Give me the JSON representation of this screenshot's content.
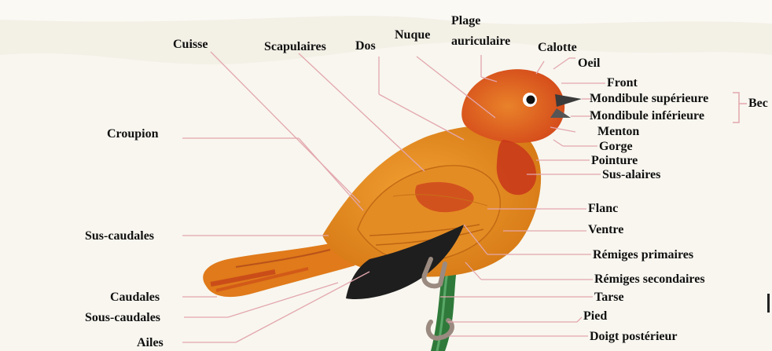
{
  "diagram": {
    "labels": {
      "cuisse": "Cuisse",
      "scapulaires": "Scapulaires",
      "dos": "Dos",
      "nuque": "Nuque",
      "plage_line1": "Plage",
      "plage_line2": "auriculaire",
      "calotte": "Calotte",
      "oeil": "Oeil",
      "front": "Front",
      "mandibule_sup": "Mondibule supérieure",
      "mandibule_inf": "Mondibule inférieure",
      "bec": "Bec",
      "menton": "Menton",
      "gorge": "Gorge",
      "pointure": "Pointure",
      "sus_alaires": "Sus-alaires",
      "croupion": "Croupion",
      "flanc": "Flanc",
      "ventre": "Ventre",
      "sus_caudales": "Sus-caudales",
      "remiges_primaires": "Rémiges primaires",
      "remiges_secondaires": "Rémiges secondaires",
      "caudales": "Caudales",
      "tarse": "Tarse",
      "sous_caudales": "Sous-caudales",
      "pied": "Pied",
      "ailes": "Ailes",
      "doigt_posterieur": "Doigt postérieur"
    },
    "colors": {
      "body": "#e08a1c",
      "head": "#d8521a",
      "cheek": "#c8361a",
      "wing_dark": "#1e1e1e",
      "perch": "#2f7a3a",
      "leader_line": "#e0a0a8"
    }
  }
}
